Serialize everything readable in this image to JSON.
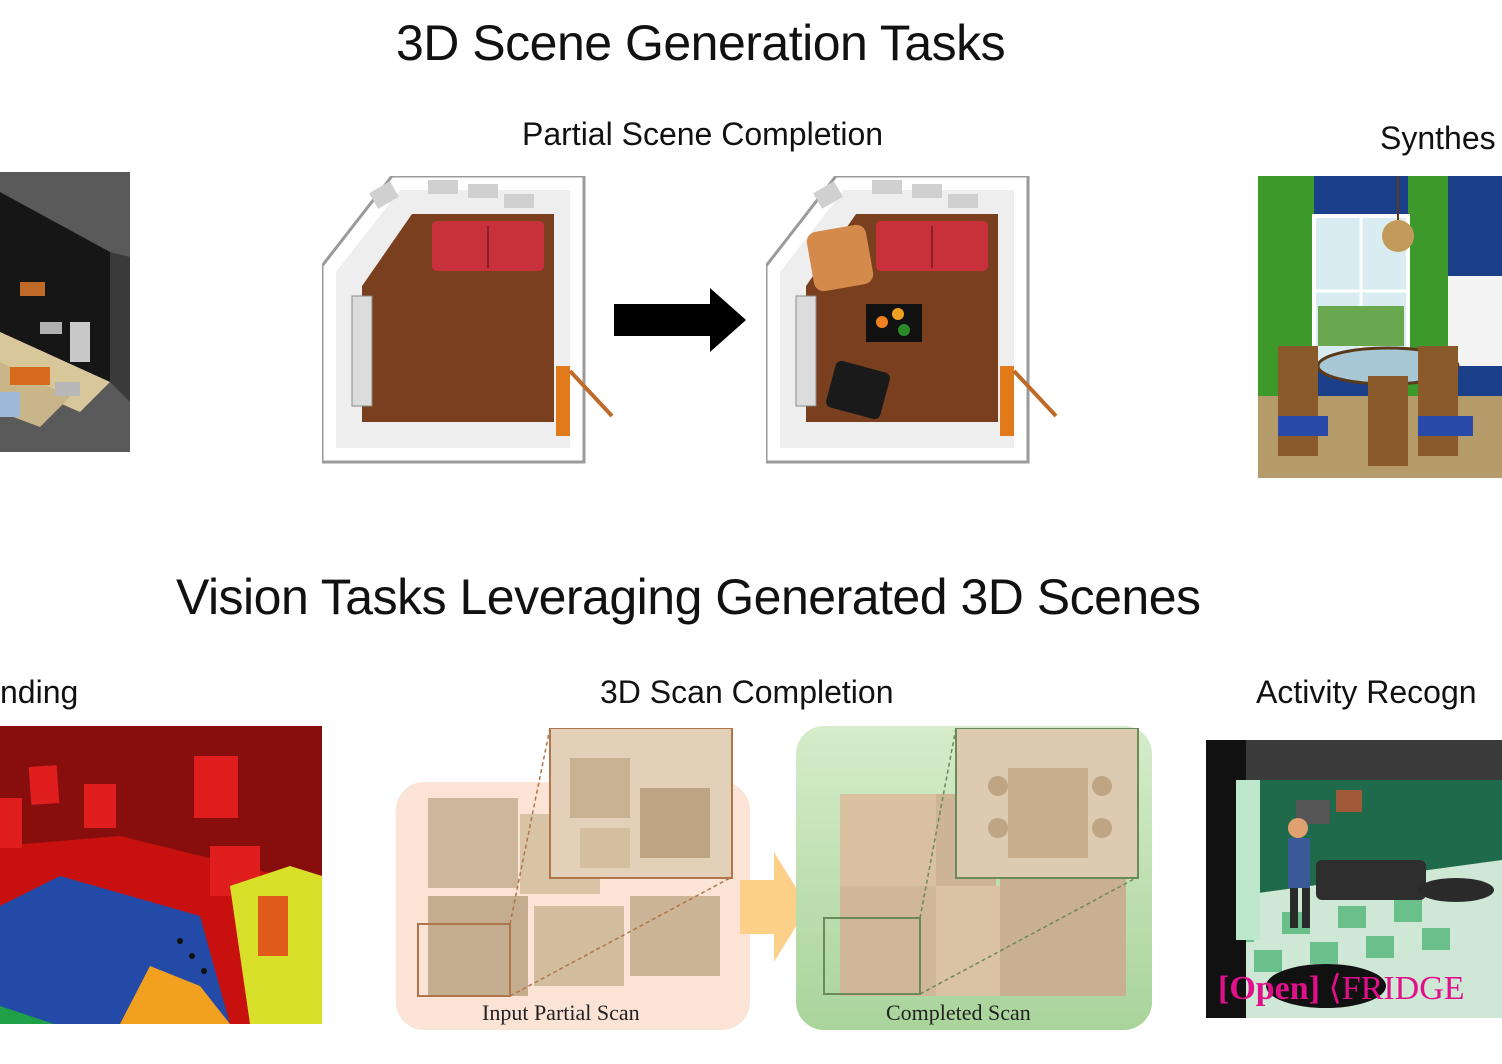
{
  "headings": {
    "top": "3D Scene Generation Tasks",
    "bottom": "Vision Tasks Leveraging Generated 3D Scenes"
  },
  "generation_tasks": {
    "partial_scene_completion": "Partial Scene Completion",
    "synthesis_cropped": "Synthes"
  },
  "vision_tasks": {
    "understanding_cropped": "nding",
    "scan_completion": "3D Scan Completion",
    "input_partial_scan": "Input Partial Scan",
    "completed_scan": "Completed Scan",
    "activity_recognition_cropped": "Activity Recogn",
    "activity_action": "[Open]",
    "activity_object": "⟨FRIDGE"
  },
  "colors": {
    "activity_caption": "#e0108a",
    "input_scan_panel": "#fbe3d6",
    "completed_scan_panel": "#a9d49b",
    "arrow_orange": "#fdd08a"
  }
}
